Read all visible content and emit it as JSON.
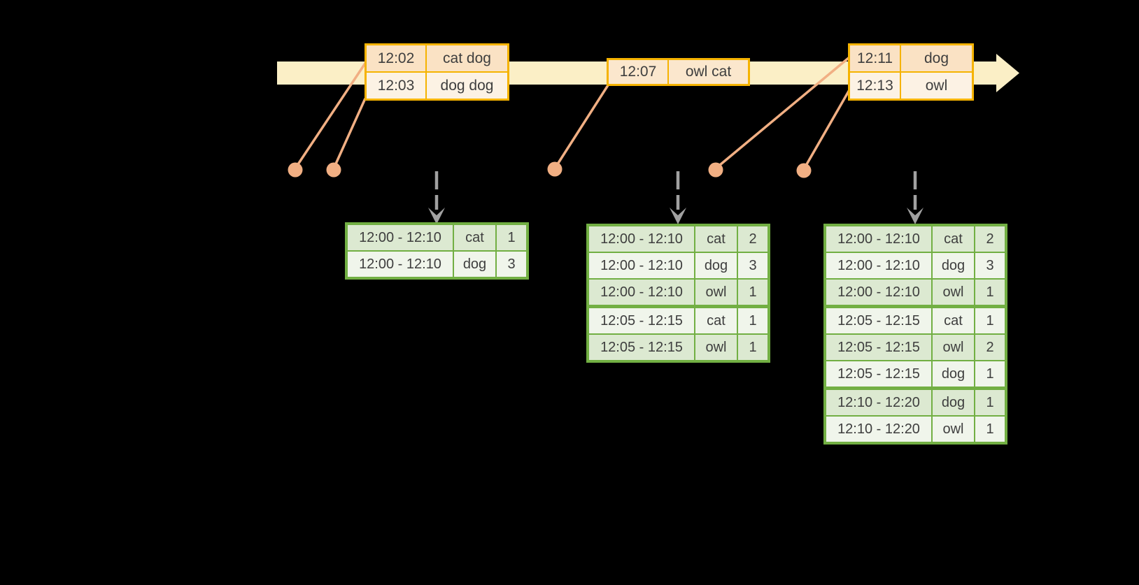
{
  "colors": {
    "background": "#000000",
    "timeline_band": "#FBEFC6",
    "event_table_border": "#F5B300",
    "event_row_dark": "#FAE2C4",
    "event_row_mid": "#FBE7CD",
    "event_row_light": "#FCF2E4",
    "connector": "#F1AF83",
    "trigger_arrow": "#A1A1A1",
    "result_table_border": "#72AF43",
    "result_row_dark": "#DCE9D1",
    "result_row_light": "#F0F5EB",
    "text": "#3E3E3E"
  },
  "event_tables": [
    {
      "name": "events-batch-1",
      "rows": [
        {
          "time": "12:02",
          "words": "cat dog"
        },
        {
          "time": "12:03",
          "words": "dog dog"
        }
      ]
    },
    {
      "name": "events-batch-2",
      "rows": [
        {
          "time": "12:07",
          "words": "owl cat"
        }
      ]
    },
    {
      "name": "events-batch-3",
      "rows": [
        {
          "time": "12:11",
          "words": "dog"
        },
        {
          "time": "12:13",
          "words": "owl"
        }
      ]
    }
  ],
  "result_tables": [
    {
      "name": "result-after-trigger-1",
      "groups": [
        2
      ],
      "rows": [
        {
          "window": "12:00 - 12:10",
          "word": "cat",
          "count": "1"
        },
        {
          "window": "12:00 - 12:10",
          "word": "dog",
          "count": "3"
        }
      ]
    },
    {
      "name": "result-after-trigger-2",
      "groups": [
        3,
        2
      ],
      "rows": [
        {
          "window": "12:00 - 12:10",
          "word": "cat",
          "count": "2"
        },
        {
          "window": "12:00 - 12:10",
          "word": "dog",
          "count": "3"
        },
        {
          "window": "12:00 - 12:10",
          "word": "owl",
          "count": "1"
        },
        {
          "window": "12:05 - 12:15",
          "word": "cat",
          "count": "1"
        },
        {
          "window": "12:05 - 12:15",
          "word": "owl",
          "count": "1"
        }
      ]
    },
    {
      "name": "result-after-trigger-3",
      "groups": [
        3,
        3,
        2
      ],
      "rows": [
        {
          "window": "12:00 - 12:10",
          "word": "cat",
          "count": "2"
        },
        {
          "window": "12:00 - 12:10",
          "word": "dog",
          "count": "3"
        },
        {
          "window": "12:00 - 12:10",
          "word": "owl",
          "count": "1"
        },
        {
          "window": "12:05 - 12:15",
          "word": "cat",
          "count": "1"
        },
        {
          "window": "12:05 - 12:15",
          "word": "owl",
          "count": "2"
        },
        {
          "window": "12:05 - 12:15",
          "word": "dog",
          "count": "1"
        },
        {
          "window": "12:10 - 12:20",
          "word": "dog",
          "count": "1"
        },
        {
          "window": "12:10 - 12:20",
          "word": "owl",
          "count": "1"
        }
      ]
    }
  ]
}
